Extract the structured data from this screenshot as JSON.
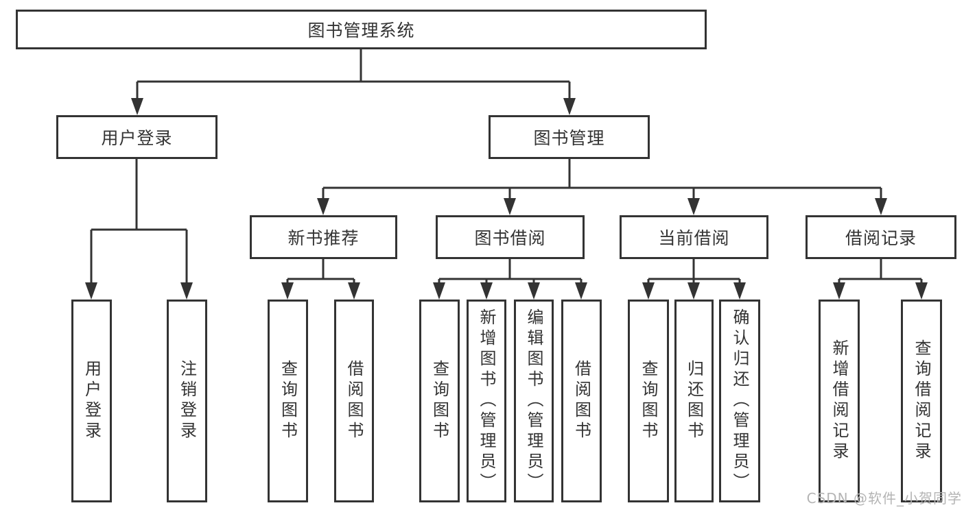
{
  "diagram": {
    "title": "图书管理系统",
    "type": "hierarchy-diagram",
    "colors": {
      "line": "#333333",
      "text": "#333333",
      "box_background": "#ffffff",
      "watermark": "#b4b4b4"
    },
    "nodes": {
      "root": "图书管理系统",
      "user_login": "用户登录",
      "book_mgmt": "图书管理",
      "new_book_rec": "新书推荐",
      "book_borrow": "图书借阅",
      "current_borrow": "当前借阅",
      "borrow_records": "借阅记录",
      "leaf_user_login": "用户登录",
      "leaf_logout": "注销登录",
      "rec_query_books": "查询图书",
      "rec_borrow_books": "借阅图书",
      "bb_query_books": "查询图书",
      "bb_add_books": "新增图书（管理员）",
      "bb_edit_books": "编辑图书（管理员）",
      "bb_borrow_books": "借阅图书",
      "cb_query_books": "查询图书",
      "cb_return_books": "归还图书",
      "cb_confirm_return": "确认归还（管理员）",
      "br_add_record": "新增借阅记录",
      "br_query_record": "查询借阅记录"
    },
    "tree": {
      "图书管理系统": {
        "用户登录": [
          "用户登录",
          "注销登录"
        ],
        "图书管理": {
          "新书推荐": [
            "查询图书",
            "借阅图书"
          ],
          "图书借阅": [
            "查询图书",
            "新增图书（管理员）",
            "编辑图书（管理员）",
            "借阅图书"
          ],
          "当前借阅": [
            "查询图书",
            "归还图书",
            "确认归还（管理员）"
          ],
          "借阅记录": [
            "新增借阅记录",
            "查询借阅记录"
          ]
        }
      }
    },
    "watermark": "CSDN @软件_小贺同学"
  }
}
